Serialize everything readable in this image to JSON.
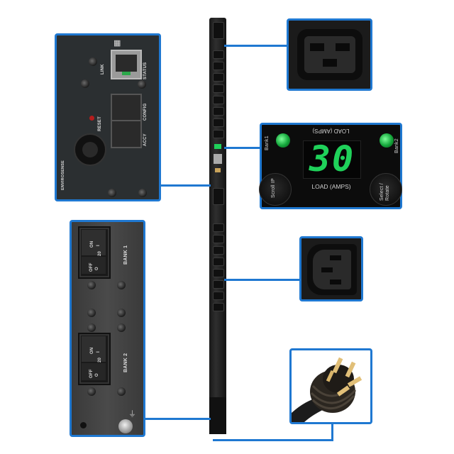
{
  "colors": {
    "callout_line": "#1f78d1",
    "lcd_digits": "#1fd15a",
    "panel_dark": "#2b2f31",
    "background": "#ffffff"
  },
  "network_panel": {
    "network_icon": "network-icon",
    "link_label": "LINK",
    "status_label": "STATUS",
    "config_label": "CONFIG",
    "accy_label": "ACCY",
    "reset_label": "RESET",
    "envirosense_label": "ENVIROSENSE"
  },
  "bank_panel": {
    "bank1": {
      "label": "BANK 1",
      "on_label": "ON",
      "on_symbol": "I",
      "rating": "20",
      "off_label": "OFF",
      "off_symbol": "O"
    },
    "bank2": {
      "label": "BANK 2",
      "on_label": "ON",
      "on_symbol": "I",
      "rating": "20",
      "off_label": "OFF",
      "off_symbol": "O"
    },
    "ground_icon": "ground-icon"
  },
  "lcd_panel": {
    "top_label": "LOAD (AMPS)",
    "value": "30",
    "bottom_label": "LOAD (AMPS)",
    "bank1_label": "Bank1",
    "bank2_label": "Bank2",
    "scroll_button_label": "Scroll IP",
    "select_button_label": "Select / Rotate"
  },
  "callouts": [
    {
      "name": "c19-outlet"
    },
    {
      "name": "lcd-load-meter"
    },
    {
      "name": "c13-outlet"
    },
    {
      "name": "locking-plug"
    },
    {
      "name": "network-interface"
    },
    {
      "name": "breaker-banks"
    }
  ]
}
